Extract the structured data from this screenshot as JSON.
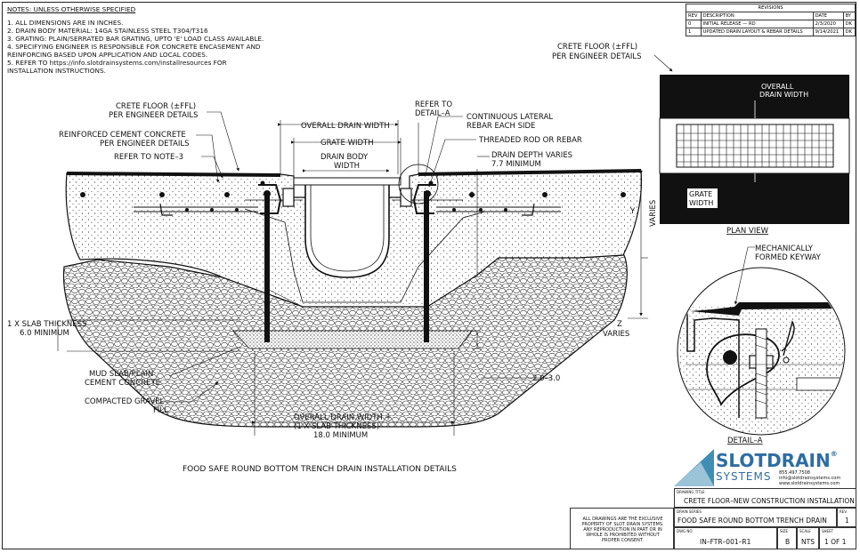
{
  "notes": {
    "header": "NOTES: UNLESS OTHERWISE SPECIFIED",
    "items": [
      "1.  ALL DIMENSIONS ARE IN INCHES.",
      "2.  DRAIN BODY MATERIAL: 14GA STAINLESS STEEL T304/T316",
      "3.  GRATING: PLAIN/SERRATED BAR GRATING, UPTO 'E' LOAD CLASS AVAILABLE.",
      "4.  SPECIFYING ENGINEER IS RESPONSIBLE FOR CONCRETE ENCASEMENT AND",
      "     REINFORCING BASED UPON APPLICATION AND LOCAL CODES.",
      "5.  REFER TO https://info.slotdrainsystems.com/installresources FOR",
      "     INSTALLATION INSTRUCTIONS."
    ]
  },
  "revisions": {
    "title": "REVISIONS",
    "headers": [
      "REV",
      "DESCRIPTION",
      "DATE",
      "BY"
    ],
    "rows": [
      [
        "0",
        "INITIAL RELEASE — RD",
        "2/3/2020",
        "DK"
      ],
      [
        "1",
        "UPDATED DRAIN LAYOUT & REBAR DETAILS",
        "9/14/2021",
        "DK"
      ]
    ]
  },
  "section_labels": {
    "crete_floor": "CRETE FLOOR (±FFL)",
    "crete_floor_2": "PER ENGINEER DETAILS",
    "reinforced": "REINFORCED CEMENT CONCRETE",
    "reinforced_2": "PER ENGINEER DETAILS",
    "note3": "REFER TO NOTE–3",
    "overall_width": "OVERALL DRAIN WIDTH",
    "grate_width": "GRATE WIDTH",
    "body_width_1": "DRAIN BODY",
    "body_width_2": "WIDTH",
    "detail_a_1": "REFER TO",
    "detail_a_2": "DETAIL–A",
    "rebar_1": "CONTINUOUS LATERAL",
    "rebar_2": "REBAR EACH SIDE",
    "threaded_rod": "THREADED ROD OR REBAR",
    "depth_1": "DRAIN DEPTH VARIES",
    "depth_2": "7.7 MINIMUM",
    "y_label": "Y",
    "y_varies": "VARIES",
    "z_label": "Z",
    "z_varies": "VARIES",
    "slab_1": "1 X SLAB THICKNESS",
    "slab_2": "6.0 MINIMUM",
    "mud_1": "MUD SLAB/PLAIN",
    "mud_2": "CEMENT CONCRETE",
    "gravel_1": "COMPACTED GRAVEL",
    "gravel_2": "FILL",
    "dim_23": "2.0–3.0",
    "bottom_1": "OVERALL DRAIN WIDTH +",
    "bottom_2": "(1 X SLAB THICKNESS)",
    "bottom_3": "18.0 MINIMUM",
    "main_title": "FOOD SAFE ROUND BOTTOM TRENCH DRAIN INSTALLATION DETAILS"
  },
  "plan": {
    "crete_1": "CRETE FLOOR (±FFL)",
    "crete_2": "PER ENGINEER DETAILS",
    "overall_1": "OVERALL",
    "overall_2": "DRAIN WIDTH",
    "grate_1": "GRATE",
    "grate_2": "WIDTH",
    "title": "PLAN VIEW"
  },
  "detail": {
    "keyway_1": "MECHANICALLY",
    "keyway_2": "FORMED KEYWAY",
    "title": "DETAIL–A"
  },
  "titleblock": {
    "brand_1": "SLOTDRAIN",
    "brand_reg": "®",
    "brand_2": "SYSTEMS",
    "phone": "855.497.7508",
    "email": "info@slotdrainsystems.com",
    "web": "www.slotdrainsystems.com",
    "disclaimer": [
      "ALL DRAWINGS ARE THE EXCLUSIVE",
      "PROPERTY OF SLOT DRAIN SYSTEMS.",
      "ANY REPRODUCTION IN PART OR IN",
      "WHOLE IS PROHIBITED WITHOUT",
      "PROPER CONSENT."
    ],
    "drawing_title_cap": "DRAWING TITLE",
    "drawing_title": "CRETE FLOOR–NEW CONSTRUCTION INSTALLATION",
    "series_cap": "DRAIN SERIES",
    "series": "FOOD SAFE ROUND BOTTOM TRENCH DRAIN",
    "rev_cap": "REV.",
    "rev": "1",
    "dwg_cap": "DWG NO.",
    "dwg": "IN–FTR–001–R1",
    "size_cap": "SIZE",
    "size": "B",
    "scale_cap": "SCALE",
    "scale": "NTS",
    "sheet_cap": "SHEET",
    "sheet": "1 OF 1"
  },
  "colors": {
    "brand_blue": "#2e6da4",
    "logo_teal": "#3f8fb5"
  }
}
